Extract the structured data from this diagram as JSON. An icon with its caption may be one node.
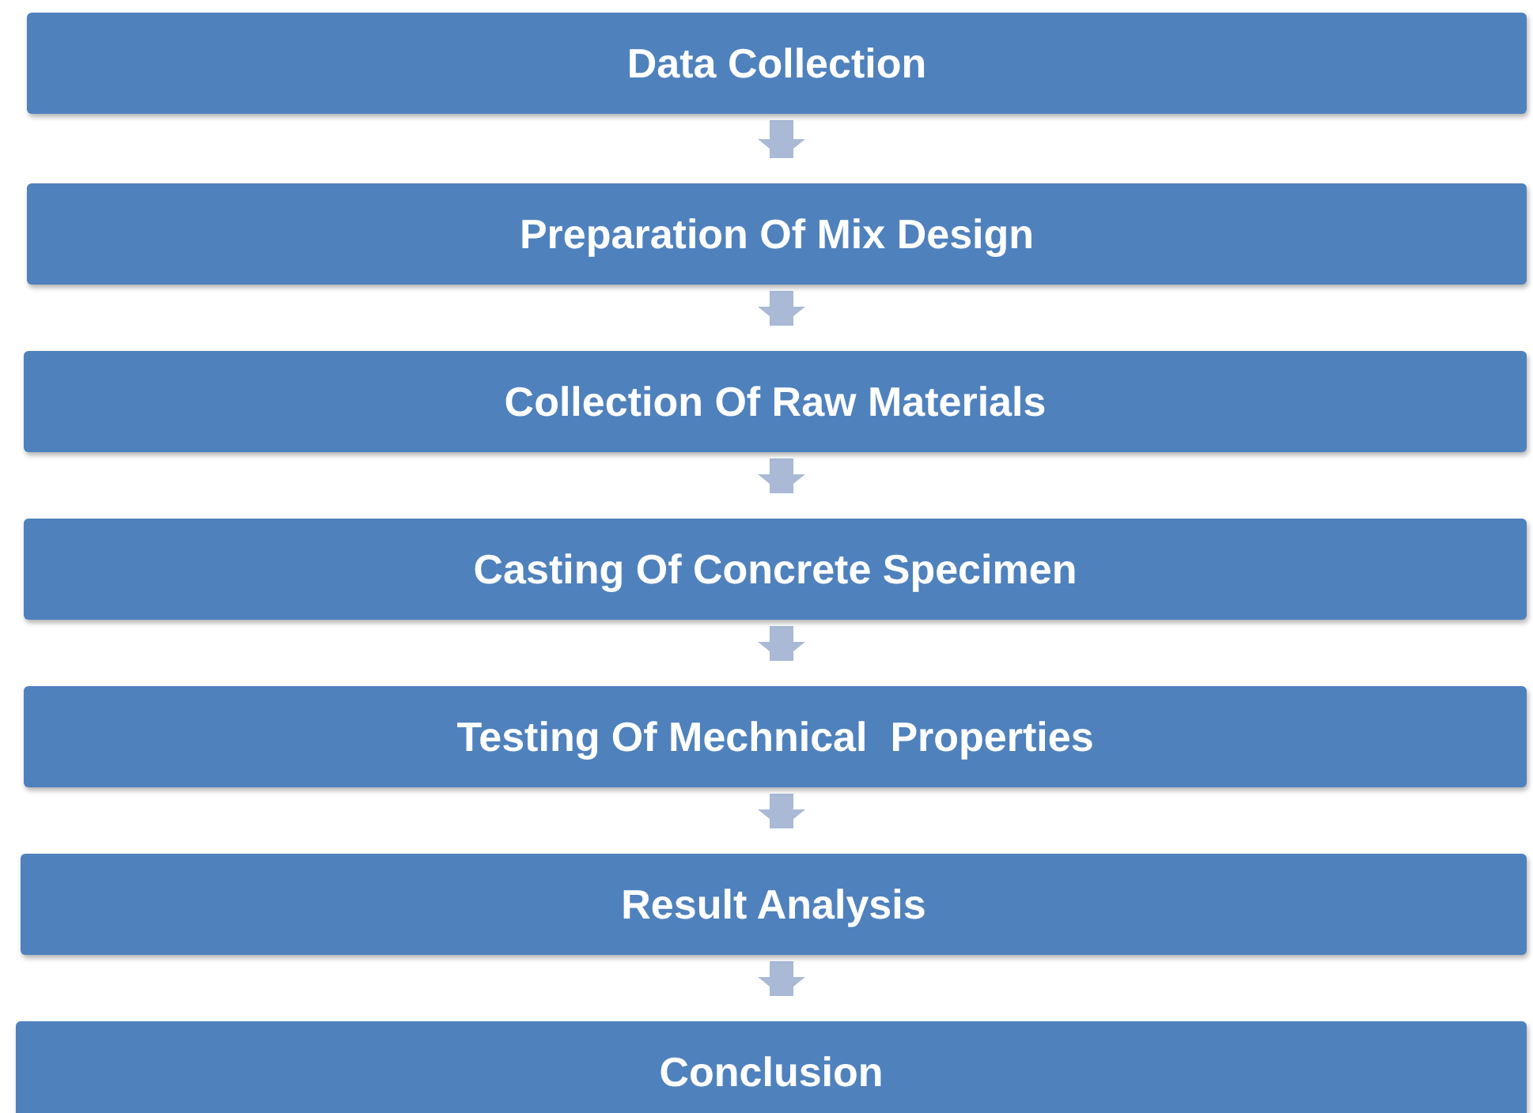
{
  "diagram": {
    "nodes": [
      {
        "text": [
          "Data Collection"
        ]
      },
      {
        "text": [
          "Preparation Of Mix Design"
        ]
      },
      {
        "text": [
          "Collection Of Raw Materials"
        ]
      },
      {
        "text": [
          "Casting Of Concrete Specimen"
        ]
      },
      {
        "text": [
          "Testing Of Mechnical  Properties"
        ]
      },
      {
        "text": [
          "Result Analysis"
        ]
      },
      {
        "text": [
          "Conclusion"
        ]
      }
    ],
    "edges": [
      {
        "from": 0,
        "to": 1,
        "arrow": "to"
      },
      {
        "from": 1,
        "to": 2,
        "arrow": "to"
      },
      {
        "from": 2,
        "to": 3,
        "arrow": "to"
      },
      {
        "from": 3,
        "to": 4,
        "arrow": "to"
      },
      {
        "from": 4,
        "to": 5,
        "arrow": "to"
      },
      {
        "from": 5,
        "to": 6,
        "arrow": "to"
      }
    ]
  }
}
